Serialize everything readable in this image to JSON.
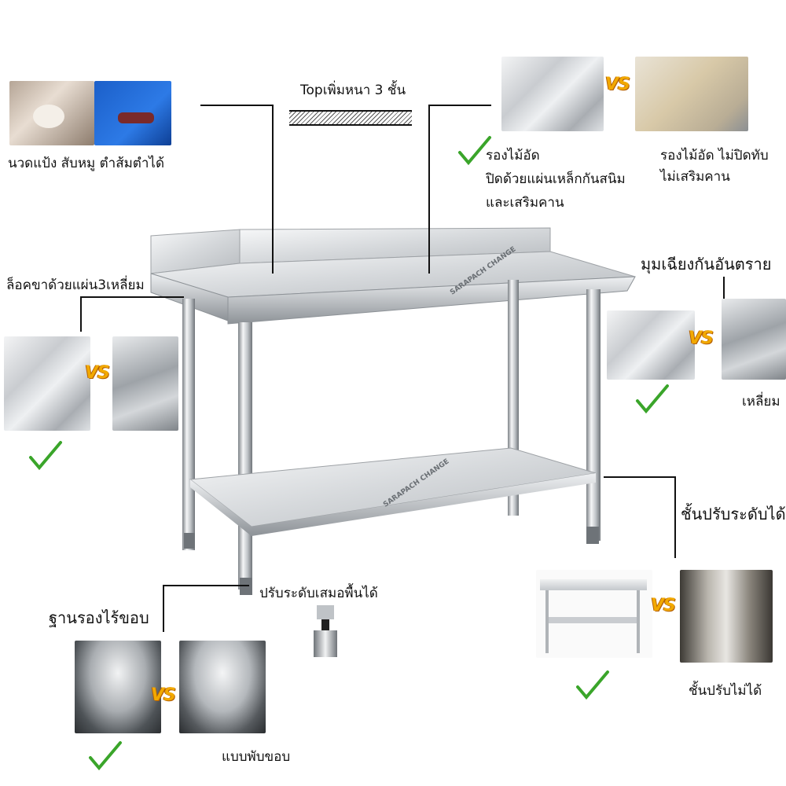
{
  "labels": {
    "knead": "นวดแป้ง สับหมู ตำส้มตำได้",
    "top": "Topเพิ่มหนา 3 ชั้น",
    "plywood_ok_1": "รองไม้อัด",
    "plywood_ok_2": "ปิดด้วยแผ่นเหล็กกันสนิม",
    "plywood_ok_3": "และเสริมคาน",
    "plywood_bad_1": "รองไม้อัด ไม่ปิดทับ",
    "plywood_bad_2": "ไม่เสริมคาน",
    "corner": "มุมเฉียงกันอันตราย",
    "square": "เหลี่ยม",
    "leg_lock": "ล็อคขาด้วยแผ่น3เหลี่ยม",
    "shelf_adjust": "ชั้นปรับระดับได้",
    "shelf_fixed": "ชั้นปรับไม่ได้",
    "leveler": "ปรับระดับเสมอพื้นได้",
    "base": "ฐานรองไร้ขอบ",
    "folded": "แบบพับขอบ"
  },
  "vs_text": "VS",
  "brand_watermark": "SARAPACH CHANGE",
  "icons": [
    "check-icon",
    "vs-badge"
  ],
  "colors": {
    "check": "#3aa52a",
    "vs": "#f2a900",
    "line": "#111111"
  }
}
